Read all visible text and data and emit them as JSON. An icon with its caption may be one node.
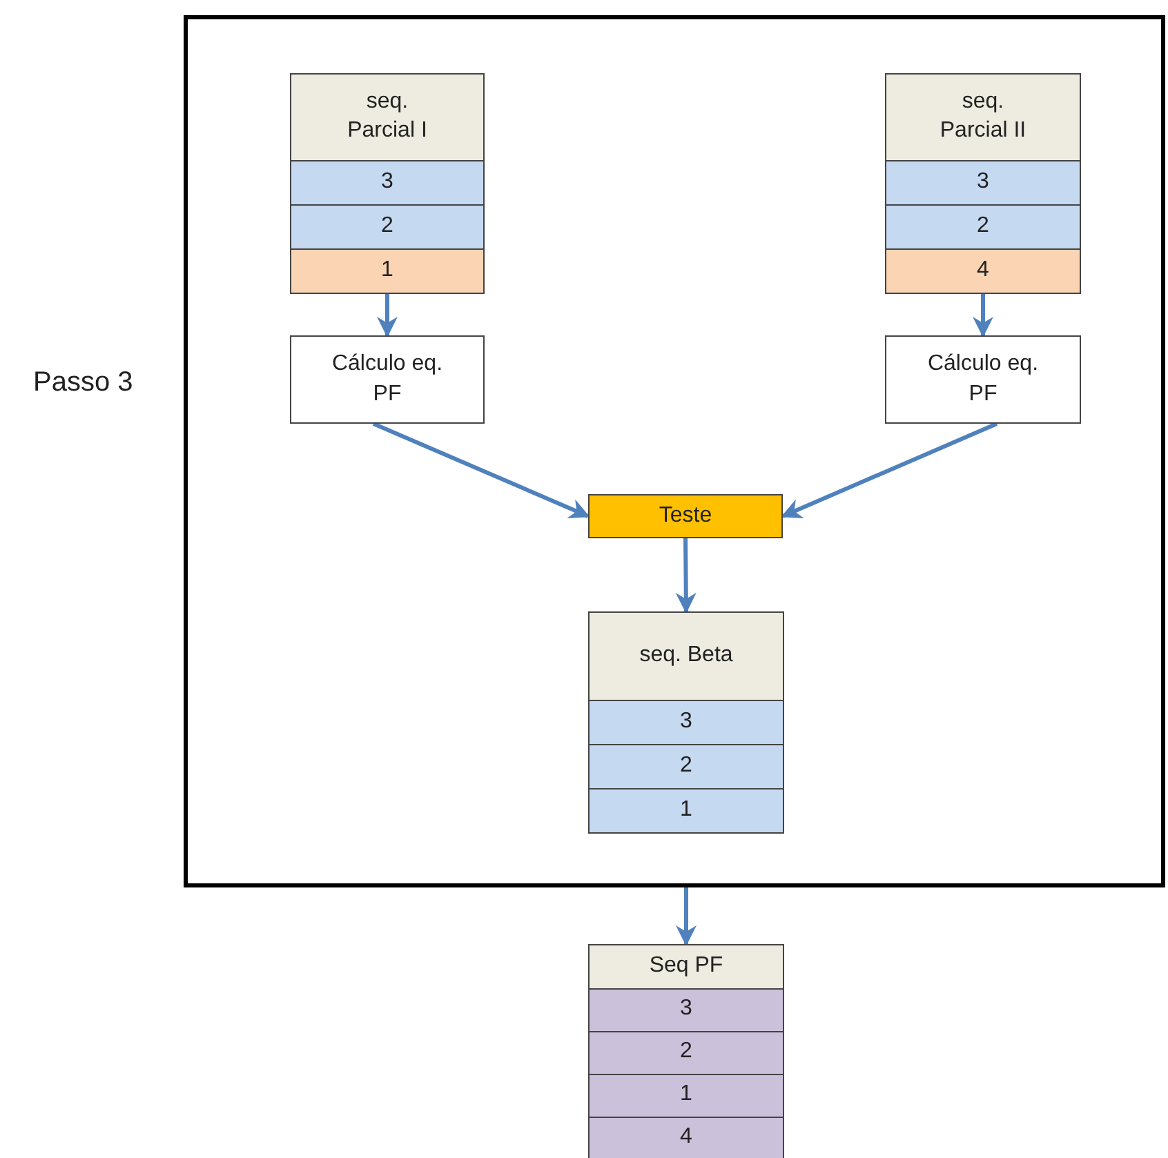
{
  "diagram": {
    "nodes": [
      {
        "text": [
          "Passo 3"
        ]
      },
      {
        "text": [
          "seq. Parcial I",
          "3",
          "2",
          "1"
        ],
        "in": 0
      },
      {
        "text": [
          "seq. Parcial II",
          "3",
          "2",
          "4"
        ],
        "in": 0
      },
      {
        "text": [
          "Cálculo eq. PF"
        ],
        "in": 0
      },
      {
        "text": [
          "Cálculo eq. PF"
        ],
        "in": 0
      },
      {
        "text": [
          "Teste"
        ],
        "in": 0
      },
      {
        "text": [
          "seq. Beta",
          "3",
          "2",
          "1"
        ],
        "in": 0
      },
      {
        "text": [
          "Seq PF",
          "3",
          "2",
          "1",
          "4"
        ]
      }
    ],
    "edges": [
      {
        "from": 1,
        "to": 3,
        "arrow": "to"
      },
      {
        "from": 2,
        "to": 4,
        "arrow": "to"
      },
      {
        "from": 3,
        "to": 5,
        "arrow": "to"
      },
      {
        "from": 4,
        "to": 5,
        "arrow": "to"
      },
      {
        "from": 5,
        "to": 6,
        "arrow": "to"
      },
      {
        "from": 0,
        "to": 7,
        "arrow": "to"
      }
    ]
  }
}
